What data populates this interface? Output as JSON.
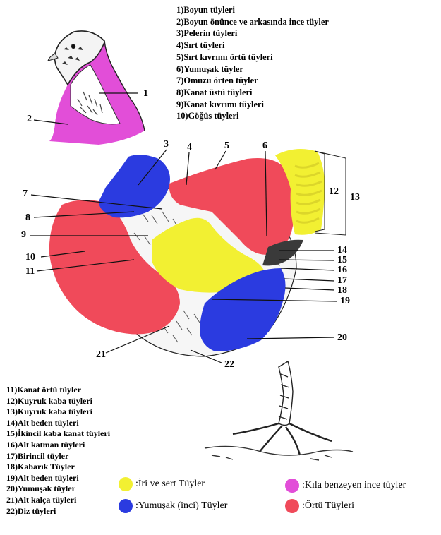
{
  "colors": {
    "yellow": "#f2f032",
    "blue": "#2b3be0",
    "magenta": "#e24ed8",
    "red": "#f04a5a"
  },
  "list_top": [
    "1)Boyun tüyleri",
    "2)Boyun önünce ve arkasında ince tüyler",
    "3)Pelerin tüyleri",
    "4)Sırt tüyleri",
    "5)Sırt kıvrımı örtü tüyleri",
    "6)Yumuşak tüyler",
    "7)Omuzu örten tüyler",
    "8)Kanat üstü tüyleri",
    "9)Kanat kıvrımı tüyleri",
    "10)Göğüs tüyleri"
  ],
  "list_bottom": [
    "11)Kanat örtü tüyler",
    "12)Kuyruk kaba tüyleri",
    "13)Kuyruk kaba tüyleri",
    "14)Alt beden tüyleri",
    "15)İkincil kaba kanat tüyleri",
    "16)Alt katman tüyleri",
    "17)Birincil tüyler",
    "18)Kabarık Tüyler",
    "19)Alt beden tüyleri",
    "20)Yumuşak tüyler",
    "21)Alt kalça tüyleri",
    "22)Diz tüyleri"
  ],
  "callouts": [
    "1",
    "2",
    "3",
    "4",
    "5",
    "6",
    "7",
    "8",
    "9",
    "10",
    "11",
    "12",
    "13",
    "14",
    "15",
    "16",
    "17",
    "18",
    "19",
    "20",
    "21",
    "22"
  ],
  "legend": {
    "yellow_label": ":İri ve sert Tüyler",
    "blue_label": ":Yumuşak (inci) Tüyler",
    "magenta_label": ":Kıla benzeyen ince tüyler",
    "red_label": ":Örtü Tüyleri"
  }
}
